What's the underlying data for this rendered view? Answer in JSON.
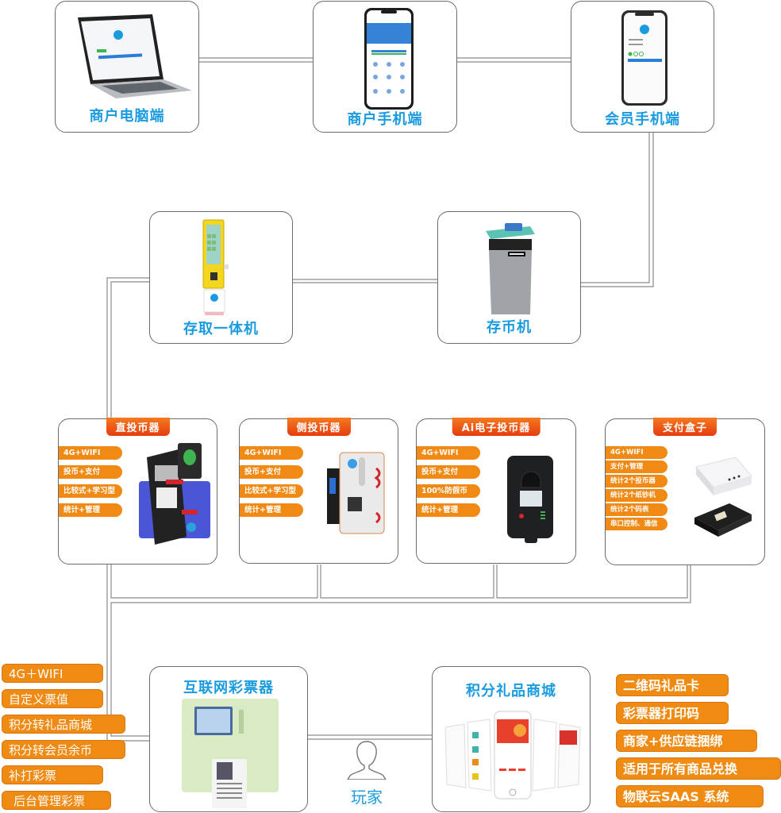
{
  "colors": {
    "title_blue": "#1a9be0",
    "orange": "#ef8a12",
    "banner_red": "#e63c0f",
    "line": "#8a8a8a"
  },
  "top_row": [
    {
      "label": "商户电脑端",
      "icon": "laptop-icon"
    },
    {
      "label": "商户手机端",
      "icon": "smartphone-icon"
    },
    {
      "label": "会员手机端",
      "icon": "smartphone-icon"
    }
  ],
  "middle_row": [
    {
      "label": "存取一体机",
      "icon": "kiosk-icon"
    },
    {
      "label": "存币机",
      "icon": "coin-machine-icon"
    }
  ],
  "devices": [
    {
      "title": "直投币器",
      "features": [
        "4G+WIFI",
        "投币+支付",
        "比较式+学习型",
        "统计+管理"
      ],
      "icon": "coin-acceptor-icon"
    },
    {
      "title": "侧投币器",
      "features": [
        "4G+WIFI",
        "投币+支付",
        "比较式+学习型",
        "统计+管理"
      ],
      "icon": "side-coin-acceptor-icon"
    },
    {
      "title": "Ai电子投币器",
      "features": [
        "4G+WIFI",
        "投币+支付",
        "100%防假币",
        "统计+管理"
      ],
      "icon": "ai-coin-acceptor-icon"
    },
    {
      "title": "支付盒子",
      "features": [
        "4G+WIFI",
        "支付+管理",
        "统计2个投币器",
        "统计2个纸钞机",
        "统计2个码表",
        "串口控制、通信"
      ],
      "icon": "payment-box-icon"
    }
  ],
  "bottom": {
    "lottery": {
      "title": "互联网彩票器",
      "icon": "ticket-dispenser-icon"
    },
    "mall": {
      "title": "积分礼品商城",
      "icon": "mall-app-icon"
    },
    "player": {
      "label": "玩家",
      "icon": "user-icon"
    },
    "lottery_features": [
      "4G＋WIFI",
      "自定义票值",
      "积分转礼品商城",
      "积分转会员余币",
      "补打彩票",
      "后台管理彩票"
    ],
    "mall_features": [
      "二维码礼品卡",
      "彩票器打印码",
      "商家+供应链捆绑",
      "适用于所有商品兑换",
      "物联云SAAS 系统"
    ]
  }
}
